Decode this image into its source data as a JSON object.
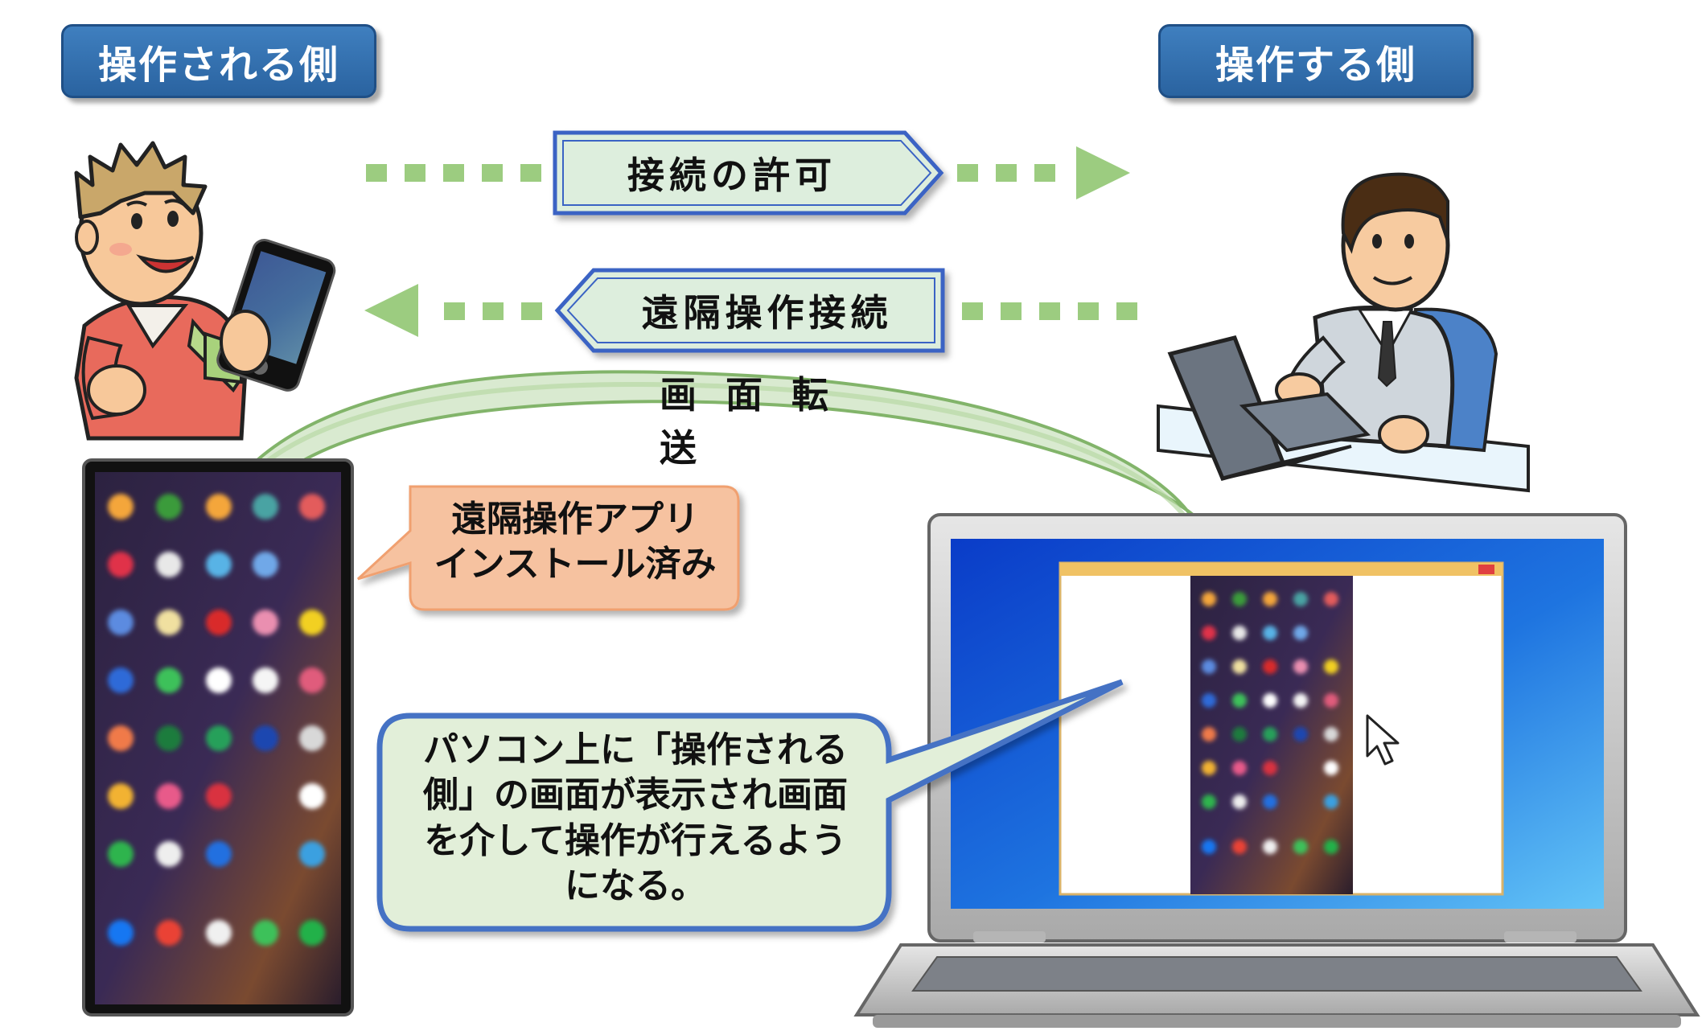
{
  "labels": {
    "controlled_side": "操作される側",
    "controlling_side": "操作する側"
  },
  "arrows": {
    "permission": "接続の許可",
    "remote_connection": "遠隔操作接続",
    "screen_transfer": "画 面 転 送"
  },
  "callouts": {
    "app_installed": [
      "遠隔操作アプリ",
      "インストール済み"
    ],
    "description": [
      "パソコン上に「操作される",
      "側」の画面が表示され画面",
      "を介して操作が行えるよう",
      "になる。"
    ]
  },
  "icons": {
    "smartphone_person": "man-holding-smartphone-icon",
    "pc_person": "man-at-laptop-icon",
    "laptop": "laptop-icon",
    "cursor": "mouse-cursor-icon"
  },
  "colors": {
    "label_blue": "#2f6fad",
    "arrow_green": "#9ccc80",
    "arrow_fill": "#ddeedd",
    "arrow_border": "#3a63c4",
    "callout_orange": "#f6c2a0",
    "callout_green_fill": "#e2efd9",
    "callout_blue_border": "#4472c4"
  }
}
